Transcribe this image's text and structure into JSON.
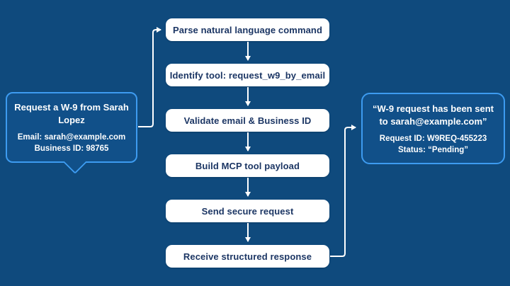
{
  "colors": {
    "background": "#0F4A7D",
    "panel_fill": "#115089",
    "panel_border": "#3D9BF0",
    "step_fill": "#FFFFFF",
    "step_text": "#1C3664",
    "connector": "#FFFFFF"
  },
  "steps": [
    {
      "label": "Parse natural language command"
    },
    {
      "label": "Identify tool: request_w9_by_email"
    },
    {
      "label": "Validate email & Business ID"
    },
    {
      "label": "Build MCP tool payload"
    },
    {
      "label": "Send secure request"
    },
    {
      "label": "Receive structured response"
    }
  ],
  "input_bubble": {
    "title": "Request a W-9 from Sarah Lopez",
    "lines": [
      "Email: sarah@example.com",
      "Business ID: 98765"
    ]
  },
  "output_box": {
    "title": "“W-9 request has been sent to sarah@example.com”",
    "lines": [
      "Request ID: W9REQ-455223",
      "Status: “Pending”"
    ]
  }
}
